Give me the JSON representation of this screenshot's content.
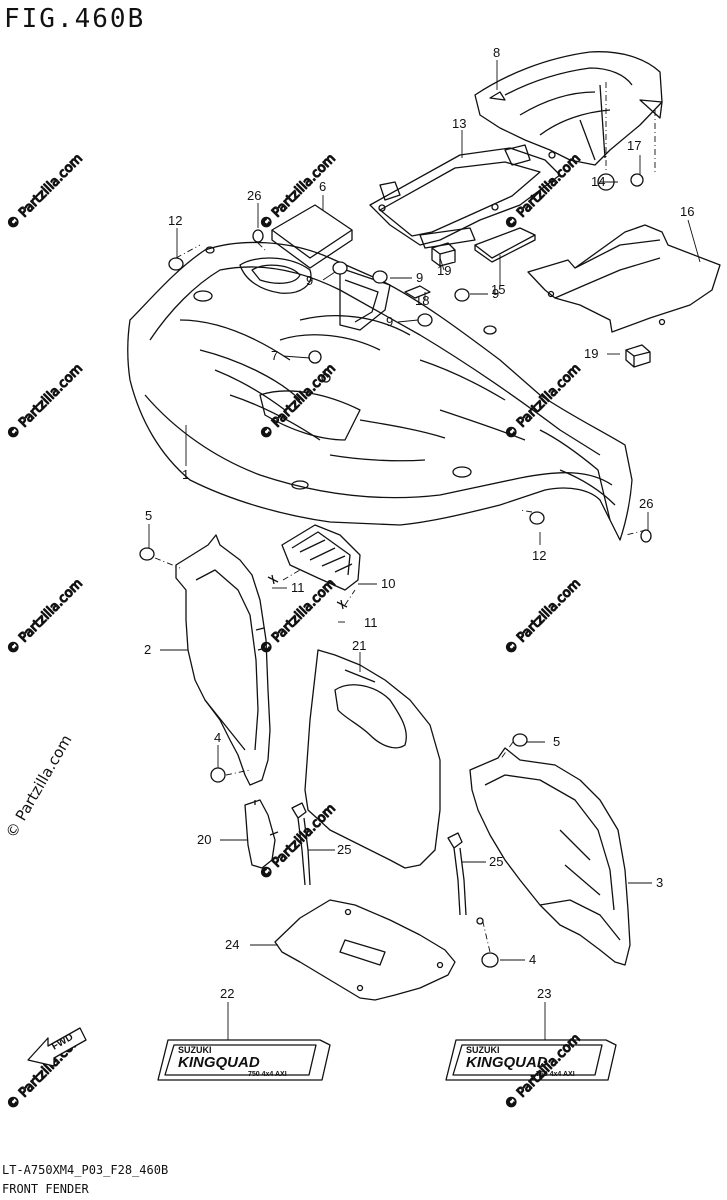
{
  "figure": {
    "title": "FIG.460B",
    "model_code": "LT-A750XM4_P03_F28_460B",
    "section": "FRONT FENDER",
    "copyright": "© Partzilla.com",
    "watermark": "© Partzilla.com"
  },
  "callouts": {
    "c1": "1",
    "c2": "2",
    "c3": "3",
    "c4a": "4",
    "c4b": "4",
    "c5a": "5",
    "c5b": "5",
    "c6": "6",
    "c7": "7",
    "c8": "8",
    "c9a": "9",
    "c9b": "9",
    "c9c": "9",
    "c9d": "9",
    "c10": "10",
    "c11a": "11",
    "c11b": "11",
    "c12a": "12",
    "c12b": "12",
    "c13": "13",
    "c14": "14",
    "c15": "15",
    "c16": "16",
    "c17": "17",
    "c18": "18",
    "c19a": "19",
    "c19b": "19",
    "c20": "20",
    "c21": "21",
    "c22": "22",
    "c23": "23",
    "c24": "24",
    "c25a": "25",
    "c25b": "25",
    "c26a": "26",
    "c26b": "26"
  },
  "decals": {
    "brand": "SUZUKI",
    "model": "KINGQUAD",
    "sub": "750 4x4 AXI"
  },
  "fwd_label": "FWD"
}
